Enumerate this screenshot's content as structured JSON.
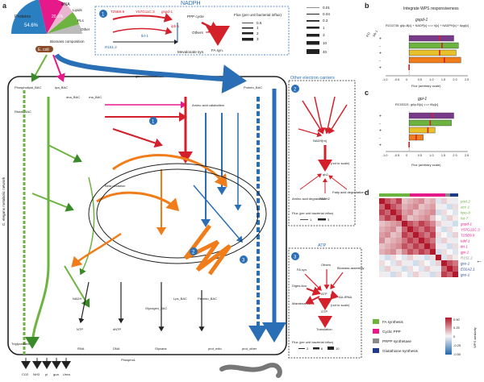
{
  "panels": {
    "a": {
      "letter": "a",
      "biomass": {
        "title": "Biomass composition",
        "proteins": "Proteins",
        "proteins_pct": "54.6%",
        "rna": "RNA",
        "rna_pct": "20.6%",
        "lipids": "Lipids",
        "pl": "PLs",
        "other": "Other",
        "ecoli": "E. coli"
      },
      "nadph_box": {
        "title": "NADPH",
        "badge": "1",
        "genes": [
          "T25B9.9",
          "Y57G11C.3",
          "gspd-1",
          "ipb-1",
          "R151.2",
          "tkt-1"
        ],
        "legend_title": "Flux (per unit bacterial influx)",
        "legend_vals": [
          "0.5",
          "1",
          "2",
          "3"
        ],
        "others": "Others",
        "ppp": "PPP cycle",
        "fa_syn": "FA syn.",
        "mev": "Mevalonate syn."
      },
      "flux_legend": {
        "vals": [
          "0.01",
          "0.04",
          "0.2",
          "1",
          "3",
          "10",
          "40"
        ]
      },
      "network_labels": {
        "side": "C. elegans metabolic network",
        "phospholipid": "Phospholipid_BAC",
        "ipa": "Ipa_BAC",
        "protein": "Protein_BAC",
        "rtotal": "Rtotal_BAC",
        "dna_bac": "dna_BAC",
        "rna_bac": "rna_BAC",
        "glc": "glc",
        "tre": "tre",
        "aa_cat": "Amino acid catabolism",
        "badge1": "1",
        "badge2": "2",
        "badge3": "3",
        "triglycerides": "Triglycerides",
        "fa_ox": "Beta oxidation",
        "phosphol": "PhosphoL",
        "peptido": "Peptido_BAC",
        "lps": "Lps_BAC",
        "glycogen": "Glycogen_BAC",
        "rna": "RNA",
        "dna": "DNA",
        "dntp": "dNTP",
        "ntp": "NTP",
        "glycans": "Glycans",
        "prot_mito": "prot_mito",
        "prot_other": "prot_other",
        "bottom": [
          "CO2",
          "NH3",
          "pi",
          "gua",
          "Urea"
        ],
        "nadh": "NADH"
      },
      "electron_box": {
        "title": "Other electron carriers",
        "badge": "2",
        "nadh": "NADH[m]",
        "q": "qh2",
        "not_scale": "(not to scale)",
        "aa_deg": "Amino acid degradation",
        "fadh": "FADH2",
        "fa_deg": "Fatty acid degradation",
        "others": "Others",
        "legend": "Flux (per unit bacterial influx)",
        "legend_vals": [
          "1",
          "3"
        ]
      },
      "atp_box": {
        "title": "ATP",
        "badge": "3",
        "fa_syn": "FA syn.",
        "others": "Others",
        "biomass": "Biomass assembly",
        "digestion": "Diges-tion",
        "maintenance": "Maintenance",
        "atp": "ATP",
        "gtp": "GTP",
        "aa_trna": "AA-tRNA",
        "translation": "Translation",
        "not_scale": "(not to scale)",
        "legend": "Flux (per unit bacterial influx)",
        "legend_vals": [
          "2",
          "6",
          "10"
        ]
      }
    },
    "b": {
      "letter": "b",
      "title": "Integrate WPS responsiveness",
      "gene": "gspd-1",
      "reaction": "RC02736: g6p-B[c] + NADP[c] <=> h[c] + NADPH[c] + 6pgl[c]",
      "rows": [
        "KO",
        ".4",
        "NR",
        "sib-1",
        "NR"
      ],
      "axis": [
        "-1.0",
        "-0.5",
        "0",
        "0.5",
        "1.0",
        "1.5",
        "2.0",
        "2.5"
      ],
      "xlabel": "Flux (arbitrary scale)",
      "signs": [
        "+",
        "-",
        "+",
        "-",
        "+"
      ]
    },
    "c": {
      "letter": "c",
      "gene": "gpi-1",
      "reaction": "RC03321: g6p-B[c] <=> f6p[c]",
      "axis": [
        "-1.0",
        "-0.5",
        "0",
        "0.5",
        "1.0",
        "1.5",
        "2.0",
        "2.5"
      ],
      "xlabel": "Flux (arbitrary scale)",
      "signs": [
        "+",
        "-",
        "+",
        "-",
        "+"
      ]
    },
    "d": {
      "letter": "d",
      "genes": [
        "pod-2",
        "acc-1",
        "hpo-8",
        "fat-7",
        "gspd-1",
        "Y57G11C.3",
        "T25B9.9",
        "tald-1",
        "tkt-1",
        "gpi-1",
        "R151.2",
        "gss-1",
        "E01A2.1",
        "gss-1"
      ],
      "arrow": "←",
      "legend": [
        "FA synthesis",
        "Cyclic PPP",
        "PRPP synthetase",
        "Glutathione synthesis"
      ],
      "legend_colors": [
        "#6cb33f",
        "#e6198a",
        "#8a8a8a",
        "#1f3a8a"
      ],
      "scale_vals": [
        "0.50",
        "0.25",
        "0",
        "-0.25",
        "-0.50"
      ],
      "scale_label": "WPS similarity"
    }
  }
}
